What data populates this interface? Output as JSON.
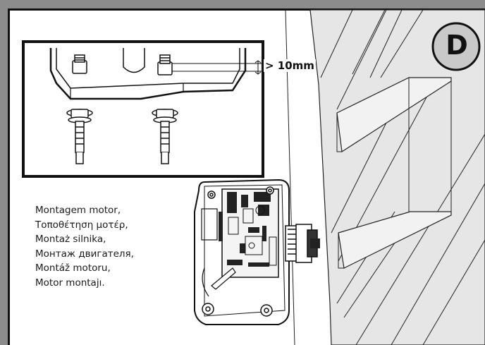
{
  "step_badge": {
    "letter": "D"
  },
  "measurement": {
    "label": "> 10mm"
  },
  "caption": {
    "lines": [
      "Montagem motor,",
      "Τοποθέτηση μοτέρ,",
      "Montaż silnika,",
      "Монтаж двигателя,",
      "Montáž motoru,",
      "Motor montajı."
    ]
  },
  "colors": {
    "frame": "#8c8c8c",
    "panel": "#ffffff",
    "badge_fill": "#c9c9c9",
    "gate": "#e6e6e6",
    "ink": "#111111"
  }
}
